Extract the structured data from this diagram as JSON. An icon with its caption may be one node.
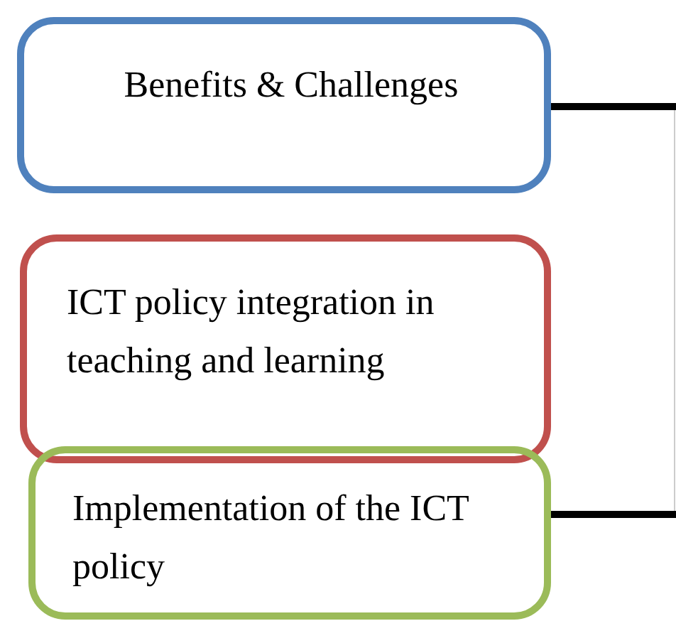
{
  "diagram": {
    "nodes": [
      {
        "text": [
          "Benefits & Challenges"
        ]
      },
      {
        "text": [
          "ICT policy integration in teaching and learning"
        ]
      },
      {
        "text": [
          "Implementation of the ICT policy"
        ]
      }
    ],
    "edges": [
      {
        "from": 0,
        "to": null,
        "arrow": "none"
      },
      {
        "from": 2,
        "to": null,
        "arrow": "none"
      }
    ]
  }
}
